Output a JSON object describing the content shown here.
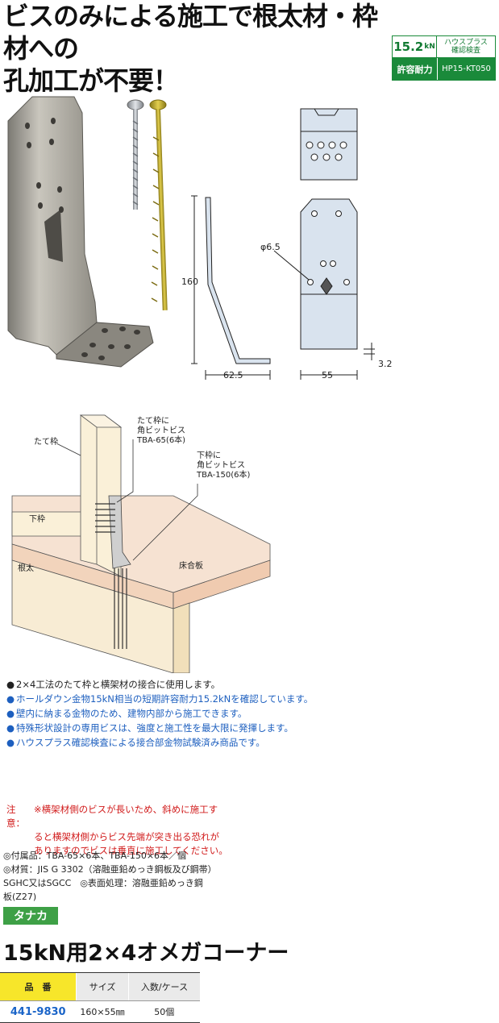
{
  "headline": [
    "ビスのみによる施工で根太材・枠材への",
    "孔加工が不要！"
  ],
  "spec_box": {
    "value": "15.2",
    "unit": "kN",
    "inspection_line1": "ハウスプラス",
    "inspection_line2": "確認検査",
    "label": "許容耐力",
    "code": "HP15-KT050"
  },
  "dimensions": {
    "height": "160",
    "width_side": "62.5",
    "width_front": "55",
    "thickness": "3.2",
    "hole": "φ6.5"
  },
  "install_labels": {
    "tatewaku": "たて枠",
    "shitawaku": "下枠",
    "neta": "根太",
    "yukagouban": "床合板",
    "screw_top_1": "たて枠に",
    "screw_top_2": "角ビットビス",
    "screw_top_3": "TBA-65(6本)",
    "screw_bot_1": "下枠に",
    "screw_bot_2": "角ビットビス",
    "screw_bot_3": "TBA-150(6本)"
  },
  "features": [
    {
      "text": "2×4工法のたて枠と横架材の接合に使用します。",
      "color": "#222222"
    },
    {
      "text": "ホールダウン金物15kN相当の短期許容耐力15.2kNを確認しています。",
      "color": "#1d5fbf"
    },
    {
      "text": "壁内に納まる金物のため、建物内部から施工できます。",
      "color": "#1d5fbf"
    },
    {
      "text": "特殊形状設計の専用ビスは、強度と施工性を最大限に発揮します。",
      "color": "#1d5fbf"
    },
    {
      "text": "ハウスプラス確認検査による接合部金物試験済み商品です。",
      "color": "#1d5fbf"
    }
  ],
  "notes": {
    "head": "注意：",
    "line1": "※横架材側のビスが長いため、斜めに施工す",
    "line2": "ると横架材側からビス先端が突き出る恐れが",
    "line3": "ありますのでビスは垂直に施工してください。"
  },
  "specs": {
    "accessories": "◎付属品：TBA-65×6本、TBA-150×6本／個",
    "material": "◎材質：JIS G 3302（溶融亜鉛めっき鋼板及び鋼帯）",
    "material2": "SGHC又はSGCC　◎表面処理：溶融亜鉛めっき鋼",
    "material3": "板(Z27)"
  },
  "brand": "タナカ",
  "product_name": "15kN用2×4オメガコーナー",
  "table": {
    "headers": [
      "品　番",
      "サイズ",
      "入数/ケース"
    ],
    "rows": [
      [
        "441-9830",
        "160×55㎜",
        "50個"
      ]
    ]
  },
  "colors": {
    "accent_green": "#1a8a3a",
    "feature_blue": "#1d5fbf",
    "note_red": "#d11b1b",
    "table_yellow": "#f7e62a"
  }
}
